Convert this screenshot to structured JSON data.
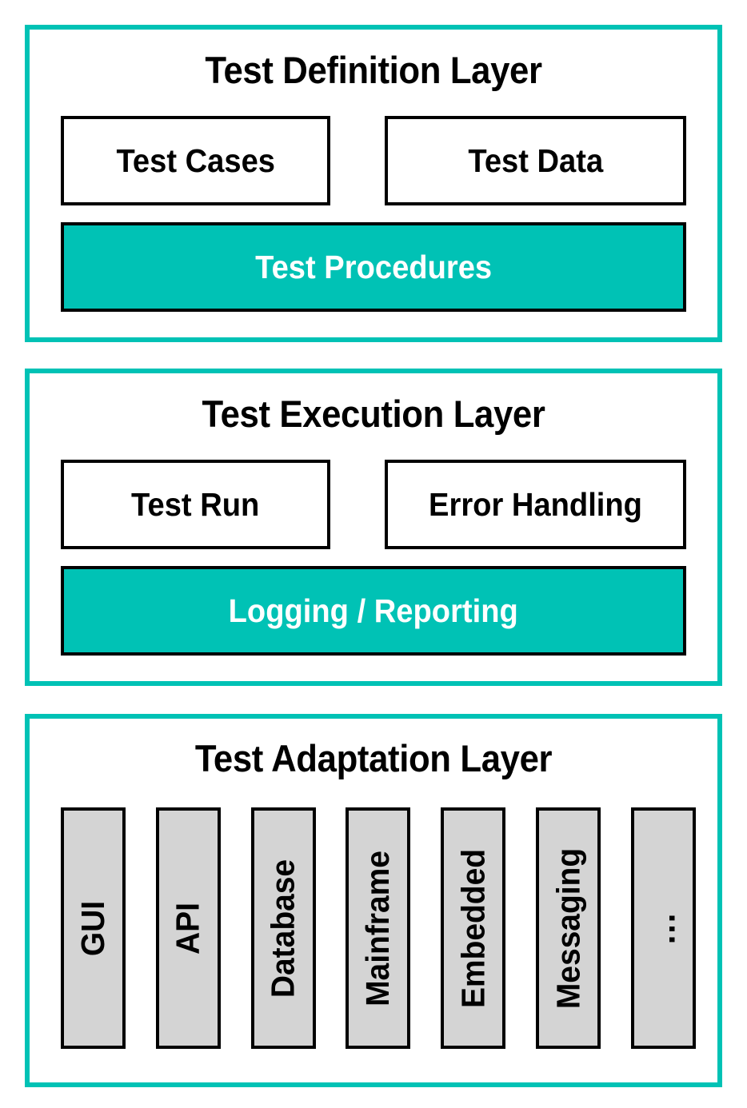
{
  "colors": {
    "teal": "#00c2b5",
    "black": "#000000",
    "white": "#ffffff",
    "gray_column": "#d4d4d4"
  },
  "diagram": {
    "type": "layered-architecture",
    "layers": [
      {
        "title": "Test Definition Layer",
        "boxes": [
          {
            "label": "Test Cases",
            "style": "outline"
          },
          {
            "label": "Test Data",
            "style": "outline"
          }
        ],
        "highlight": {
          "label": "Test Procedures",
          "style": "filled-teal"
        }
      },
      {
        "title": "Test Execution Layer",
        "boxes": [
          {
            "label": "Test Run",
            "style": "outline"
          },
          {
            "label": "Error Handling",
            "style": "outline"
          }
        ],
        "highlight": {
          "label": "Logging / Reporting",
          "style": "filled-teal"
        }
      },
      {
        "title": "Test Adaptation Layer",
        "columns": [
          {
            "label": "GUI"
          },
          {
            "label": "API"
          },
          {
            "label": "Database"
          },
          {
            "label": "Mainframe"
          },
          {
            "label": "Embedded"
          },
          {
            "label": "Messaging"
          },
          {
            "label": "..."
          }
        ]
      }
    ]
  }
}
